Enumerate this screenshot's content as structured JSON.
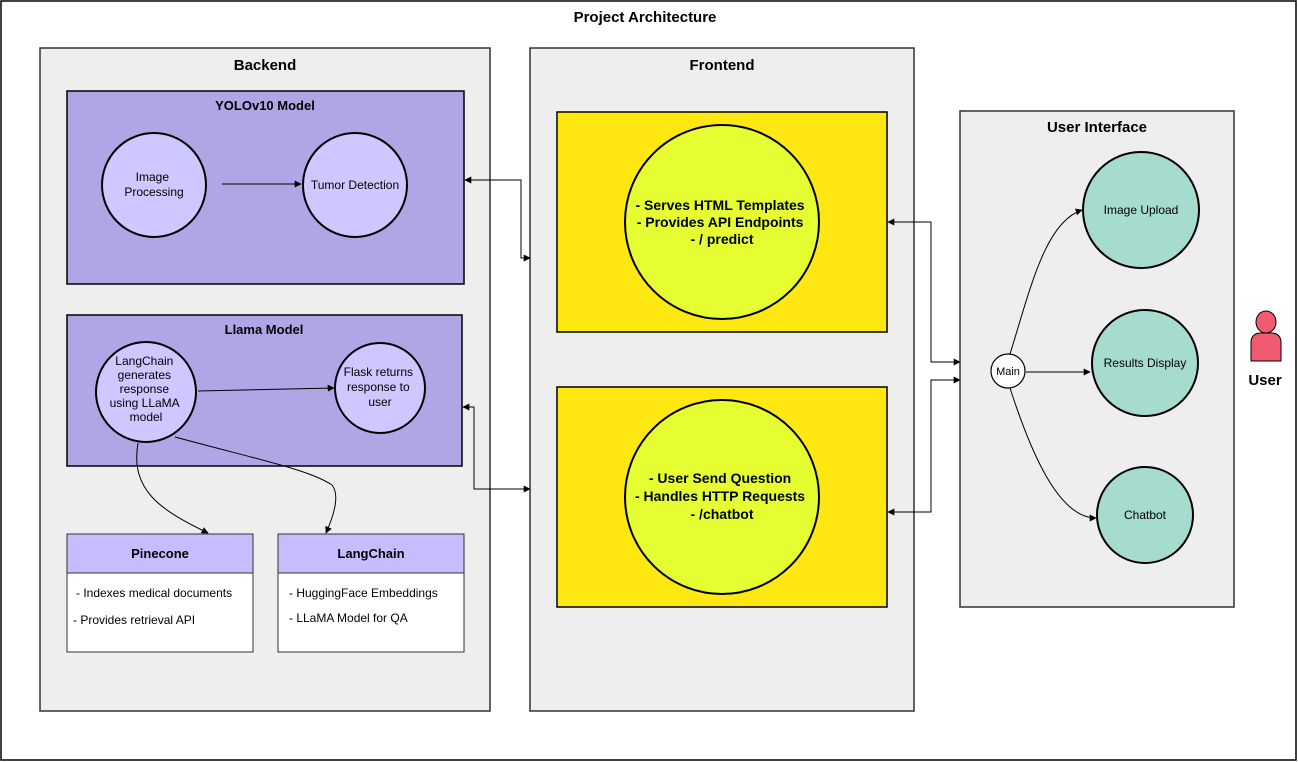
{
  "title": "Project Architecture",
  "backend": {
    "label": "Backend",
    "yolo": {
      "label": "YOLOv10 Model",
      "node1": [
        "Image",
        "Processing"
      ],
      "node2": "Tumor Detection"
    },
    "llama": {
      "label": "Llama Model",
      "node1": [
        "LangChain",
        "generates",
        "response",
        "using LLaMA",
        "model"
      ],
      "node2": [
        "Flask returns",
        "response to",
        "user"
      ]
    },
    "pinecone": {
      "label": "Pinecone",
      "items": [
        "- Indexes medical documents",
        "-  Provides retrieval API"
      ]
    },
    "langchain": {
      "label": "LangChain",
      "items": [
        "-  HuggingFace Embeddings",
        "-  LLaMA Model for QA"
      ]
    }
  },
  "frontend": {
    "label": "Frontend",
    "top": [
      "- Serves HTML Templates",
      "- Provides API Endpoints",
      "- / predict"
    ],
    "bottom": [
      "- User Send Question",
      "- Handles HTTP Requests",
      "- /chatbot"
    ]
  },
  "ui": {
    "label": "User Interface",
    "main": "Main",
    "image_upload": "Image Upload",
    "results_display": "Results Display",
    "chatbot": "Chatbot"
  },
  "user": {
    "label": "User"
  },
  "colors": {
    "container_fill": "#eeeeee",
    "model_fill": "#b0a6e6",
    "node_fill": "#cfc7ff",
    "card_header": "#c6bdff",
    "frontend_box": "#ffe712",
    "frontend_circle": "#e6fd31",
    "ui_circle": "#a6dccf",
    "user_icon": "#f15a71"
  }
}
